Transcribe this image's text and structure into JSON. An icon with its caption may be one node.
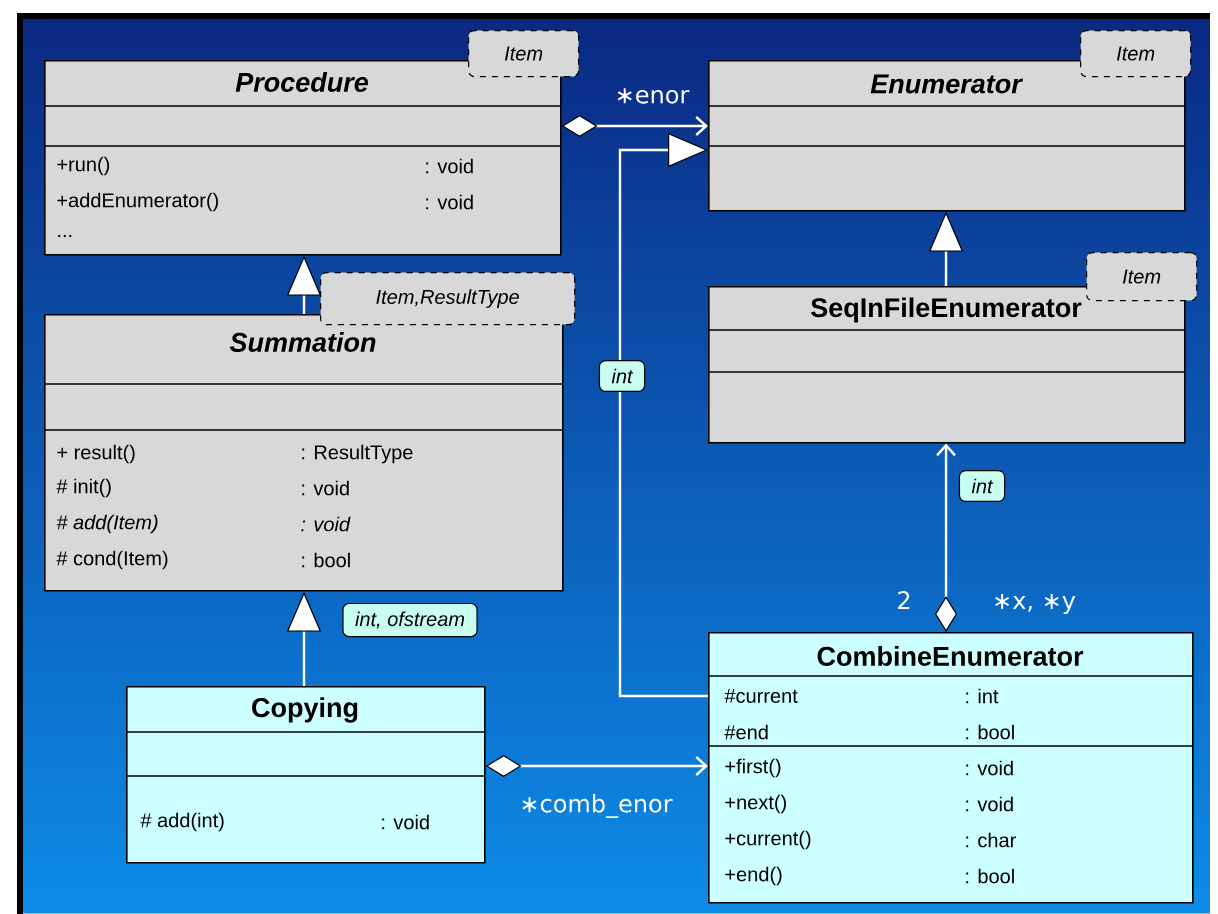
{
  "diagram": {
    "nodes": [
      {
        "text": [
          "Procedure",
          "+run()",
          ":  void",
          "+addEnumerator()",
          ":  void",
          "..."
        ],
        "beside": [
          "Item"
        ]
      },
      {
        "text": [
          "Enumerator"
        ],
        "beside": [
          "Item"
        ]
      },
      {
        "text": [
          "Summation",
          "+ result()",
          ": ResultType",
          "# init()",
          ": void",
          "# add(Item)",
          ": void",
          "# cond(Item)",
          ": bool"
        ],
        "beside": [
          "Item,ResultType"
        ]
      },
      {
        "text": [
          "SeqInFileEnumerator"
        ],
        "beside": [
          "Item"
        ]
      },
      {
        "text": [
          "Copying",
          "# add(int)",
          ": void"
        ]
      },
      {
        "text": [
          "CombineEnumerator",
          "#current",
          ": int",
          "#end",
          ": bool",
          "+first()",
          ": void",
          "+next()",
          ": void",
          "+current()",
          ": char",
          "+end()",
          ": bool"
        ]
      }
    ],
    "edges": [
      {
        "from": 0,
        "to": 1,
        "arrow": "to",
        "label": "∗enor"
      },
      {
        "from": 2,
        "to": 0,
        "arrow": "to"
      },
      {
        "from": 3,
        "to": 1,
        "arrow": "to"
      },
      {
        "from": 4,
        "to": 2,
        "arrow": "to",
        "label": "int, ofstream"
      },
      {
        "from": 5,
        "to": 3,
        "arrow": "to",
        "label": "int"
      },
      {
        "from": 5,
        "to": 1,
        "arrow": "to",
        "label": "int"
      },
      {
        "from": 4,
        "to": 5,
        "arrow": "to",
        "label": "∗comb_enor"
      }
    ],
    "labels": [
      "2",
      "∗x, ∗y"
    ]
  }
}
